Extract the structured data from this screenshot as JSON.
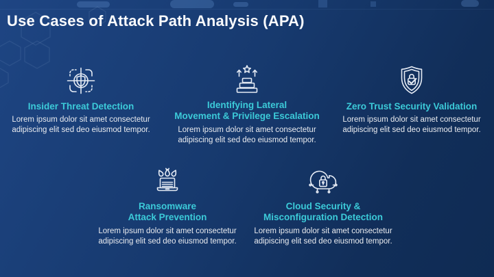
{
  "slide": {
    "title": "Use Cases of Attack Path Analysis (APA)"
  },
  "theme": {
    "background_start": "#1E4583",
    "background_end": "#0F2B53",
    "accent_heading": "#3CCBD9",
    "title_color": "#FAFBFD",
    "body_color": "#E9EBEF",
    "icon_color": "#E6ECF5"
  },
  "use_cases": [
    {
      "icon": "insider-threat-target-icon",
      "title": "Insider Threat Detection",
      "title_lines": [
        "Insider Threat Detection"
      ],
      "description": "Lorem ipsum dolor sit amet consectetur adipiscing elit sed deo eiusmod tempor."
    },
    {
      "icon": "privilege-escalation-stairs-icon",
      "title": "Identifying Lateral Movement & Privilege Escalation",
      "title_lines": [
        "Identifying Lateral",
        "Movement & Privilege Escalation"
      ],
      "description": "Lorem ipsum dolor sit amet consectetur adipiscing elit sed deo eiusmod tempor."
    },
    {
      "icon": "zero-trust-shield-lock-icon",
      "title": "Zero Trust Security Validation",
      "title_lines": [
        "Zero Trust Security Validation"
      ],
      "description": "Lorem ipsum dolor sit amet consectetur adipiscing elit sed deo eiusmod tempor."
    },
    {
      "icon": "ransomware-laptop-bombs-icon",
      "title": "Ransomware Attack Prevention",
      "title_lines": [
        "Ransomware",
        "Attack Prevention"
      ],
      "description": "Lorem ipsum dolor sit amet consectetur adipiscing elit sed deo eiusmod tempor."
    },
    {
      "icon": "cloud-security-lock-icon",
      "title": "Cloud Security & Misconfiguration Detection",
      "title_lines": [
        "Cloud Security &",
        "Misconfiguration Detection"
      ],
      "description": "Lorem ipsum dolor sit amet consectetur adipiscing elit sed deo eiusmod tempor."
    }
  ]
}
